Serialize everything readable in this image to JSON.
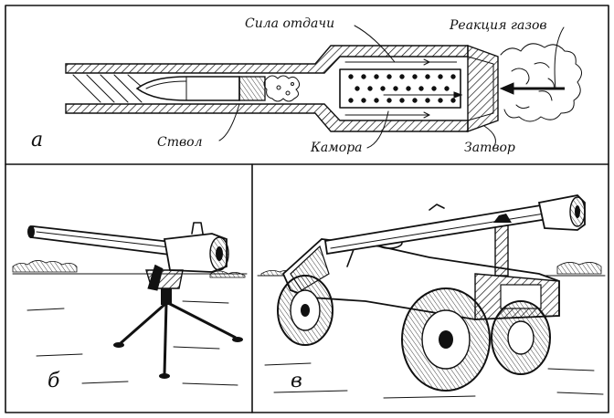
{
  "panel_a": {
    "letter": "а",
    "labels": {
      "recoil": "Сила отдачи",
      "gas_reaction": "Реакция газов",
      "barrel": "Ствол",
      "chamber": "Камора",
      "breech": "Затвор"
    }
  },
  "panel_b": {
    "letter": "б"
  },
  "panel_v": {
    "letter": "в"
  }
}
